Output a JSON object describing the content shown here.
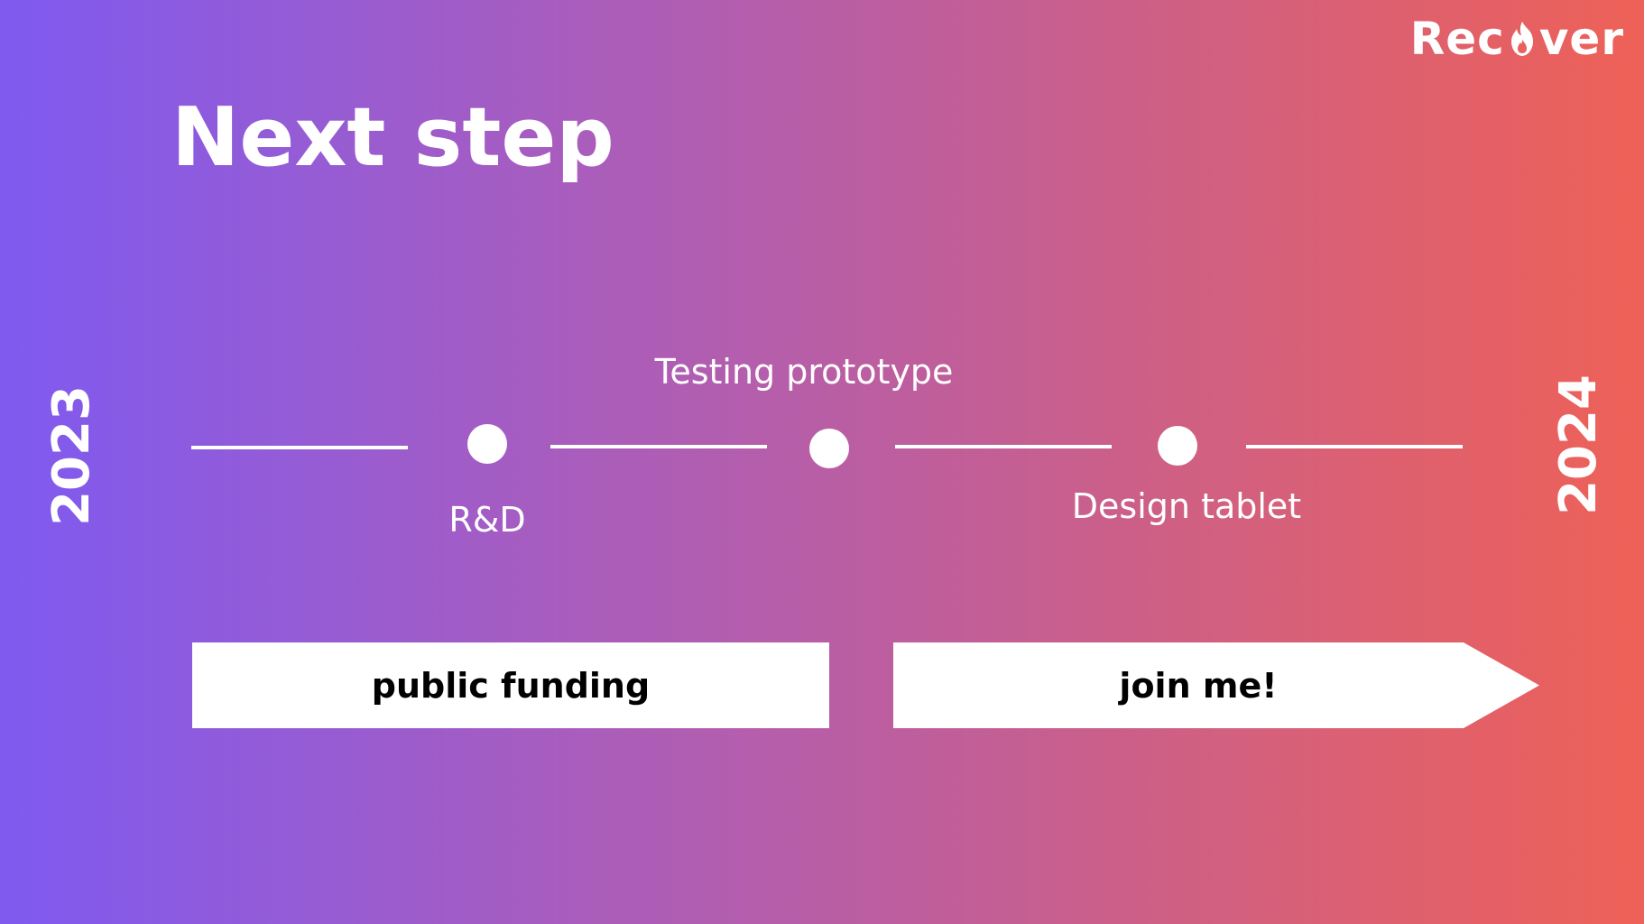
{
  "brand": {
    "logo": "Recover",
    "logo_pre": "Rec",
    "logo_post": "ver"
  },
  "slide": {
    "title": "Next step"
  },
  "timeline": {
    "start_year": "2023",
    "end_year": "2024",
    "milestones": [
      {
        "label": "R&D"
      },
      {
        "label": "Testing prototype"
      },
      {
        "label": "Design tablet"
      }
    ]
  },
  "phases": [
    {
      "label": "public funding"
    },
    {
      "label": "join me!"
    }
  ],
  "colors": {
    "gradient_start": "#7f5af0",
    "gradient_end": "#ee6157",
    "foreground": "#ffffff"
  }
}
